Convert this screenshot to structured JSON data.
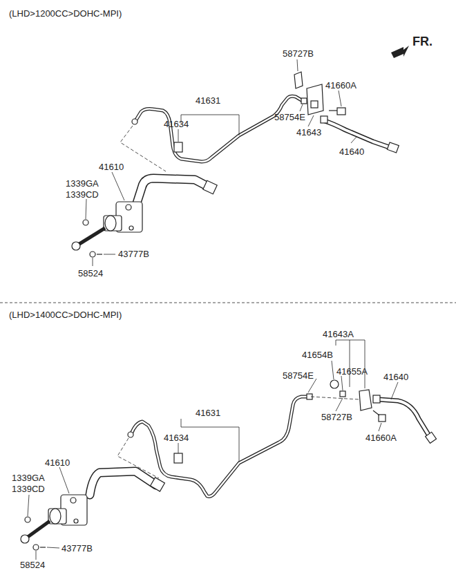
{
  "diagram": {
    "labels": [
      "(LHD>1200CC>DOHC-MPI)",
      "FR.",
      "58727B",
      "41631",
      "41660A",
      "41634",
      "58754E",
      "41643",
      "41640",
      "41610",
      "1339GA",
      "1339CD",
      "43777B",
      "58524",
      "(LHD>1400CC>DOHC-MPI)",
      "41643A",
      "41654B",
      "41655A",
      "58754E",
      "41640",
      "41631",
      "41634",
      "58727B",
      "41660A",
      "41610",
      "1339GA",
      "1339CD",
      "43777B",
      "58524"
    ]
  }
}
